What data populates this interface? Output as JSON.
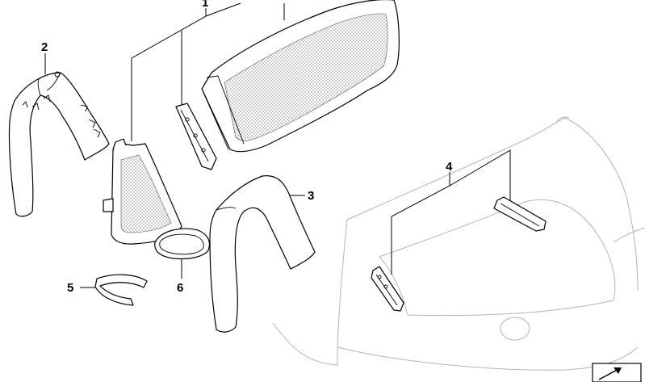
{
  "callouts": {
    "part1": "1",
    "part2": "2",
    "part3": "3",
    "part4": "4",
    "part5": "5",
    "part6": "6"
  },
  "icons": {
    "corner_badge": "document-arrow-icon"
  }
}
